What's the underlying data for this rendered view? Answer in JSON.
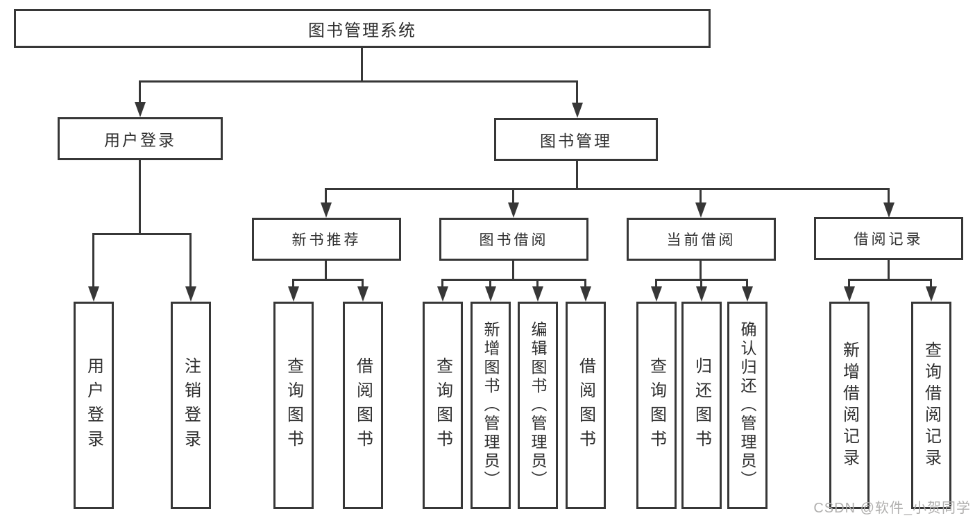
{
  "diagram_type": "hierarchy-tree",
  "colors": {
    "background": "#ffffff",
    "line": "#373737",
    "box_border": "#373737",
    "text": "#2f2f2f",
    "watermark": "#b0afae"
  },
  "watermark": {
    "text": "CSDN @软件_小贺同学"
  },
  "tree": {
    "root": {
      "label": "图书管理系统",
      "children": [
        {
          "label": "用户登录",
          "children": [
            {
              "label": "用户登录"
            },
            {
              "label": "注销登录"
            }
          ]
        },
        {
          "label": "图书管理",
          "children": [
            {
              "label": "新书推荐",
              "children": [
                {
                  "label": "查询图书"
                },
                {
                  "label": "借阅图书"
                }
              ]
            },
            {
              "label": "图书借阅",
              "children": [
                {
                  "label": "查询图书"
                },
                {
                  "label": "新增图书（管理员）"
                },
                {
                  "label": "编辑图书（管理员）"
                },
                {
                  "label": "借阅图书"
                }
              ]
            },
            {
              "label": "当前借阅",
              "children": [
                {
                  "label": "查询图书"
                },
                {
                  "label": "归还图书"
                },
                {
                  "label": "确认归还（管理员）"
                }
              ]
            },
            {
              "label": "借阅记录",
              "children": [
                {
                  "label": "新增借阅记录"
                },
                {
                  "label": "查询借阅记录"
                }
              ]
            }
          ]
        }
      ]
    }
  }
}
